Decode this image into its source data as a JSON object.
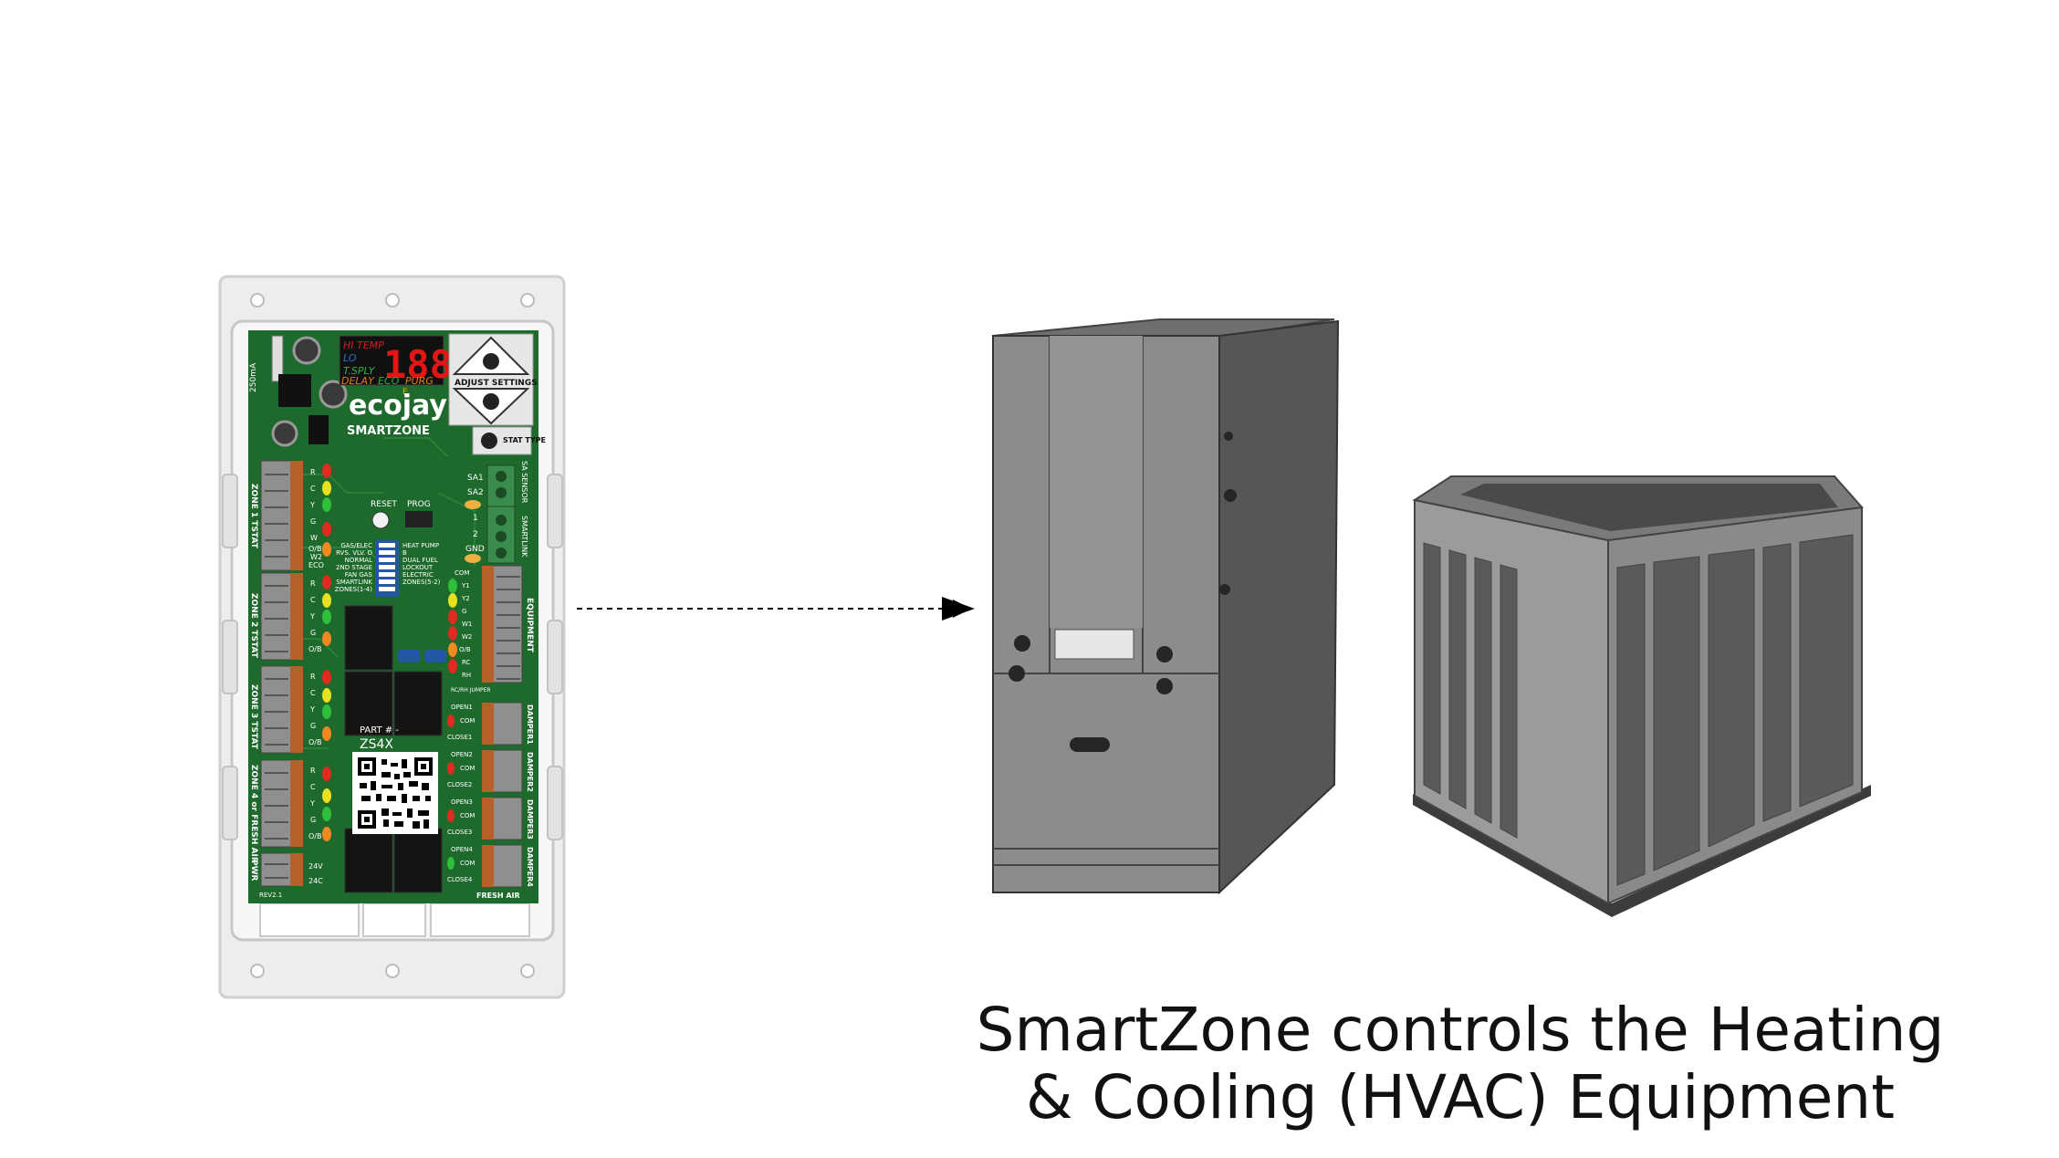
{
  "board": {
    "display": {
      "digits": "188",
      "hi_temp": "HI TEMP",
      "lo": "LO",
      "t_sply": "T.SPLY",
      "delay": "DELAY",
      "eco": "ECO",
      "purg": "PURG",
      "e": "E"
    },
    "brand": "ecojay",
    "product": "SMARTZONE",
    "adjust_settings": "ADJUST SETTINGS",
    "stat_type": "STAT TYPE",
    "reset": "RESET",
    "prog": "PROG",
    "fuse": "250mA",
    "sa_sensor": "SA SENSOR",
    "smartlink": "SMARTLINK",
    "sa1": "SA1",
    "sa2": "SA2",
    "t1": "1",
    "t2": "2",
    "gnd": "GND",
    "zones": [
      {
        "label": "ZONE 1 TSTAT"
      },
      {
        "label": "ZONE 2 TSTAT"
      },
      {
        "label": "ZONE 3 TSTAT"
      },
      {
        "label": "ZONE 4 or FRESH AIR"
      }
    ],
    "pwr": "PWR",
    "terms": {
      "r": "R",
      "c": "C",
      "y": "Y",
      "g": "G",
      "w": "W",
      "ob": "O/B",
      "w2": "W2",
      "eco": "ECO",
      "v24": "24V",
      "c24": "24C"
    },
    "dip_left": [
      "GAS/ELEC",
      "RVS. VLV. O",
      "NORMAL",
      "2ND STAGE",
      "FAN GAS",
      "SMARTLINK",
      "ZONES(1-4)"
    ],
    "dip_right": [
      "HEAT PUMP",
      "B",
      "DUAL FUEL",
      "LOCKOUT",
      "ELECTRIC",
      "ZONES(5-2)"
    ],
    "equipment_label": "EQUIPMENT",
    "equipment_terms": [
      "COM",
      "Y1",
      "Y2",
      "G",
      "W1",
      "W2",
      "O/B",
      "RC",
      "RH"
    ],
    "jumper_label": "RC/RH JUMPER",
    "dampers": [
      {
        "label": "DAMPER1",
        "open": "OPEN1",
        "com": "COM",
        "close": "CLOSE1"
      },
      {
        "label": "DAMPER2",
        "open": "OPEN2",
        "com": "COM",
        "close": "CLOSE2"
      },
      {
        "label": "DAMPER3",
        "open": "OPEN3",
        "com": "COM",
        "close": "CLOSE3"
      },
      {
        "label": "DAMPER4",
        "open": "OPEN4",
        "com": "COM",
        "close": "CLOSE4"
      }
    ],
    "fresh_air": "FRESH AIR",
    "part_label": "PART # -",
    "part_number": "ZS4X",
    "rev": "REV2.1"
  },
  "caption": {
    "line1": "SmartZone controls the Heating",
    "line2": "& Cooling (HVAC) Equipment"
  },
  "colors": {
    "board_green": "#1f6b2e",
    "housing": "#ececec",
    "furnace": "#8a8a8a",
    "condenser": "#8c8c8c"
  }
}
